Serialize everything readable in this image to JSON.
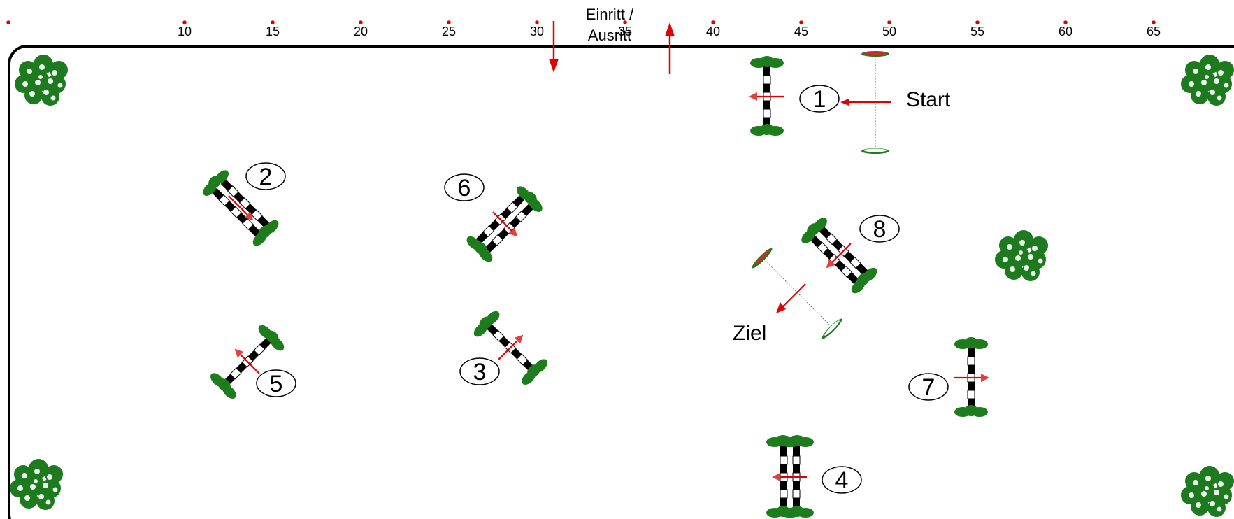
{
  "ruler": {
    "ticks": [
      "10",
      "15",
      "20",
      "25",
      "30",
      "35",
      "40",
      "45",
      "50",
      "55",
      "60",
      "65"
    ]
  },
  "entrance": {
    "line1": "Einritt /",
    "line2": "Ausritt"
  },
  "labels": {
    "start": "Start",
    "finish": "Ziel"
  },
  "obstacles": [
    "1",
    "2",
    "3",
    "4",
    "5",
    "6",
    "7",
    "8"
  ],
  "colors": {
    "arrow": "#e00000",
    "leaf": "#1d7d1d",
    "arena": "#000000"
  }
}
